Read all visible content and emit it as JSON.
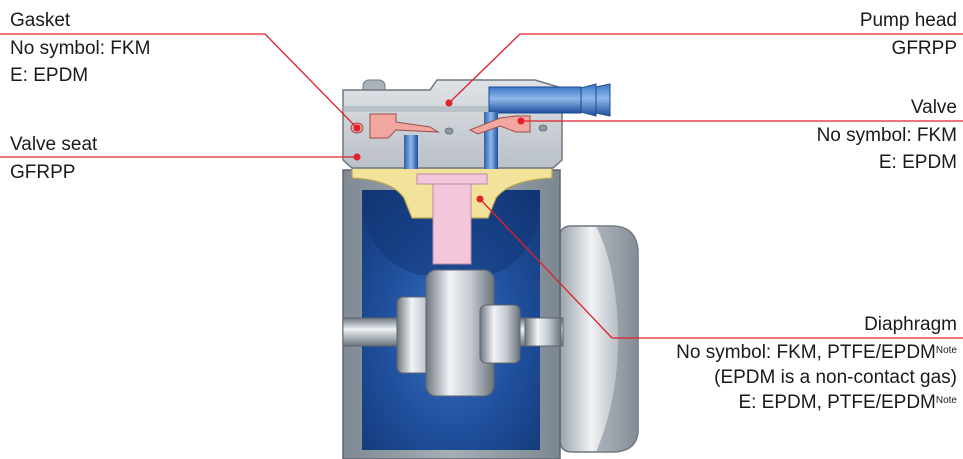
{
  "colors": {
    "leader": "#e0202a",
    "body_grey": "#8f99a2",
    "head_grey": "#c9ced3",
    "chamber_blue": "#1f4f9c",
    "diaphragm_yellow": "#f2e29a",
    "gasket_pink": "#f2a6a0",
    "rod_pink": "#f3c6dc"
  },
  "labels": {
    "gasket": {
      "title": "Gasket",
      "line1": "No symbol: FKM",
      "line2": "E: EPDM"
    },
    "valve_seat": {
      "title": "Valve seat",
      "line1": "GFRPP"
    },
    "pump_head": {
      "title": "Pump head",
      "line1": "GFRPP"
    },
    "valve": {
      "title": "Valve",
      "line1": "No symbol: FKM",
      "line2": "E: EPDM"
    },
    "diaphragm": {
      "title": "Diaphragm",
      "line1": "No symbol: FKM, PTFE/EPDM",
      "line1_sup": "Note",
      "line2": "(EPDM is a non-contact gas)",
      "line3": "E: EPDM, PTFE/EPDM",
      "line3_sup": "Note"
    }
  }
}
